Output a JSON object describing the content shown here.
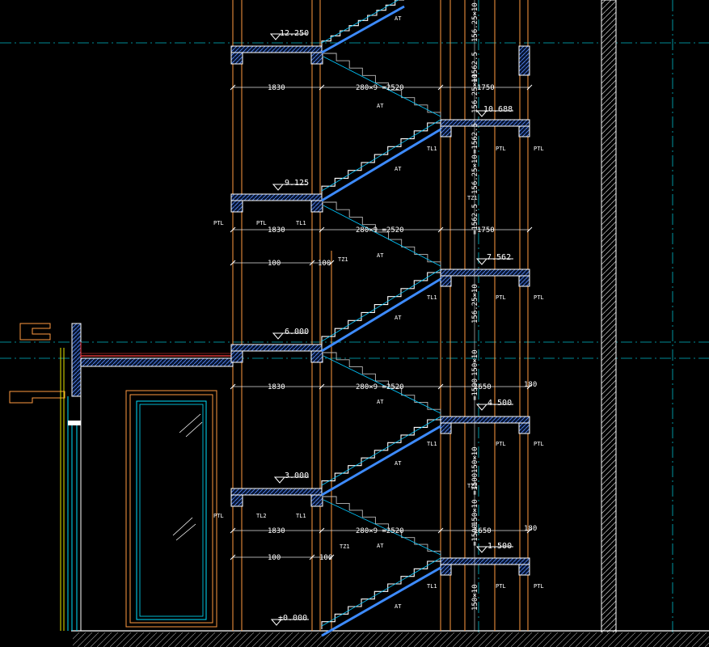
{
  "colors": {
    "background": "#000000",
    "structure": "#ffffff",
    "grid": "#00c8c8",
    "dimension": "#e0e0e0",
    "redline": "#ff4040",
    "yellow": "#e6e600",
    "orange": "#ff9a40",
    "hatch": "#4a7cff",
    "cyan": "#00e0ff"
  },
  "elevations": {
    "e12250": "12.250",
    "e10688": "10.688",
    "e9125": "9.125",
    "e7562": "7.562",
    "e6000": "6.000",
    "e4500": "4.500",
    "e3000": "3.000",
    "e1500": "1.500",
    "e0000": "±0.000"
  },
  "dims": {
    "landing": "1830",
    "run": "280×9 =2520",
    "landing_right": "1750",
    "landing_right_b": "1650",
    "d180": "180",
    "d180b": "180",
    "small_a": "100",
    "small_b": "100",
    "small_c": "100",
    "small_d": "100"
  },
  "vertical_dims": {
    "v1": "156.25×10",
    "v2": "=1562.5",
    "v3": "156.25×10",
    "v4": "=1562.5",
    "v5": "156.25×10",
    "v6": "=1562.5",
    "v7": "156.25×10",
    "v8": "150×10",
    "v9": "=1500",
    "v10": "150×10",
    "v11": "=1500",
    "v12": "150×10",
    "v13": "=1500",
    "v14": "150×10",
    "v15": "=1500"
  },
  "labels": {
    "at": "AT",
    "ptl": "PTL",
    "tl1": "TL1",
    "tl2": "TL2",
    "tz1": "TZ1"
  }
}
